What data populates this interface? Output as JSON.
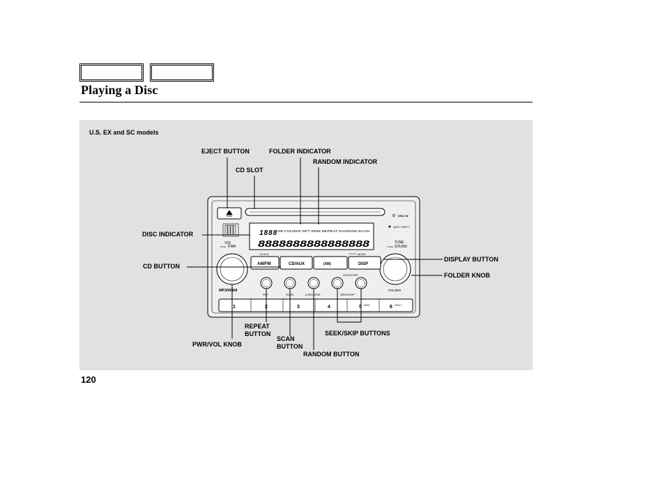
{
  "header": {
    "nav_tabs": [
      "",
      ""
    ],
    "title": "Playing a Disc"
  },
  "figure": {
    "caption": "U.S. EX and SC models",
    "callouts": {
      "eject_button": "EJECT BUTTON",
      "folder_indicator": "FOLDER INDICATOR",
      "random_indicator": "RANDOM INDICATOR",
      "cd_slot": "CD SLOT",
      "disc_indicator": "DISC INDICATOR",
      "cd_button": "CD BUTTON",
      "display_button": "DISPLAY BUTTON",
      "folder_knob": "FOLDER KNOB",
      "repeat_button": [
        "REPEAT",
        "BUTTON"
      ],
      "scan_button": [
        "SCAN",
        "BUTTON"
      ],
      "seek_skip_buttons": "SEEK/SKIP BUTTONS",
      "pwr_vol_knob": "PWR/VOL KNOB",
      "random_button": "RANDOM BUTTON"
    },
    "radio": {
      "disc_in": "DISC IN",
      "anti_theft": "ANTI-THEFT",
      "lcd_top_row": "NB FOLDER RPT RDM REPEAT RANDOM SCAN",
      "lcd_seg_1": "1888",
      "lcd_seg_2": "8888888888888888",
      "vol_label": "VOL",
      "pwr_label": "PWR",
      "push_label": "PUSH",
      "tune_label": "TUNE",
      "sound_label": "SOUND",
      "clock_label": "CLOCK",
      "mode_label": "MODE",
      "folder_label": "FOLDER",
      "category_label": "CATEGORY",
      "am_fm": "AM/FM",
      "cd_aux": "CD/AUX",
      "xm_label": "(XM)",
      "disp": "DISP",
      "logo": "MP3/WMA",
      "rpt": "RPT",
      "scan": "SCAN",
      "a_sel_rdm": "A.SEL RDM",
      "seek_skip": "SEEK/SKIP",
      "presets": [
        "1",
        "2",
        "3",
        "4",
        "5",
        "6"
      ],
      "disc_minus": "DISC-",
      "disc_plus": "DISC+"
    }
  },
  "footer": {
    "page_number": "120"
  }
}
